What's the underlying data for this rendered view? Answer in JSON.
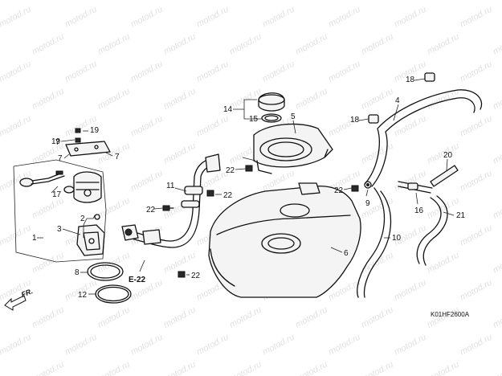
{
  "watermark": "motod.ru",
  "diagram_code": "K01HF2600A",
  "front_label": "FR.",
  "section_ref": "E-22",
  "callouts": [
    "1",
    "2",
    "3",
    "4",
    "5",
    "6",
    "7",
    "8",
    "9",
    "10",
    "11",
    "12",
    "14",
    "15",
    "16",
    "17",
    "18",
    "19",
    "20",
    "21",
    "22"
  ]
}
